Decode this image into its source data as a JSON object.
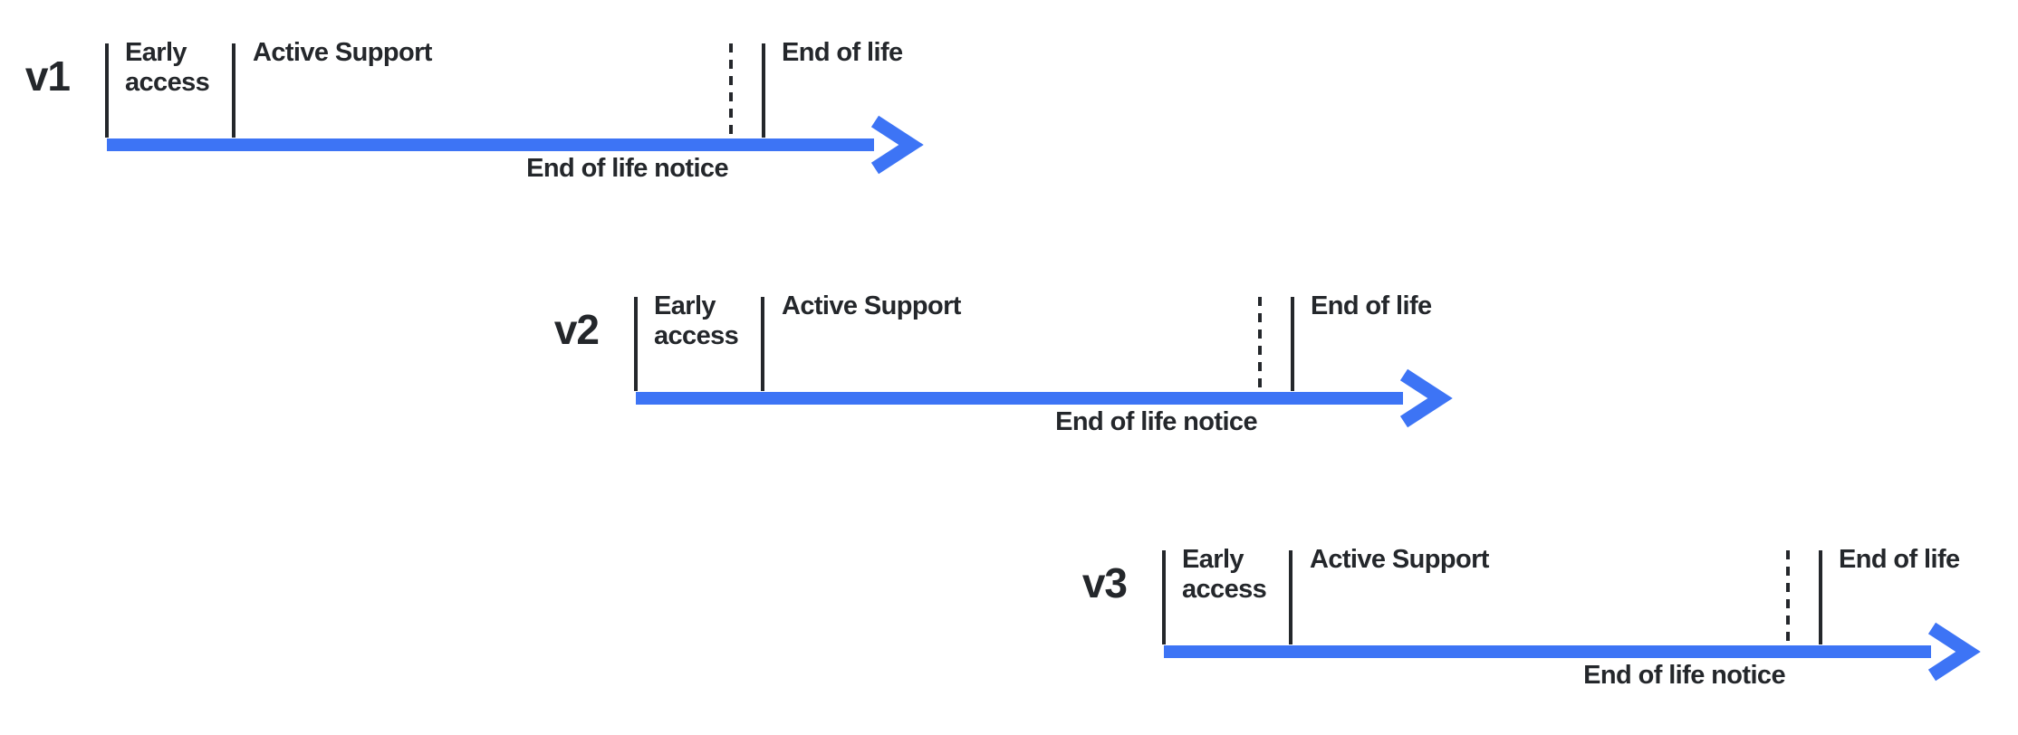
{
  "colors": {
    "arrow_blue": "#3D74F5",
    "ink": "#24272B",
    "background": "#FFFFFF"
  },
  "timelines": [
    {
      "version": "v1",
      "early_access": "Early access",
      "active_support": "Active Support",
      "end_of_life": "End of life",
      "notice": "End of life notice"
    },
    {
      "version": "v2",
      "early_access": "Early access",
      "active_support": "Active Support",
      "end_of_life": "End of life",
      "notice": "End of life notice"
    },
    {
      "version": "v3",
      "early_access": "Early access",
      "active_support": "Active Support",
      "end_of_life": "End of life",
      "notice": "End of life notice"
    }
  ]
}
